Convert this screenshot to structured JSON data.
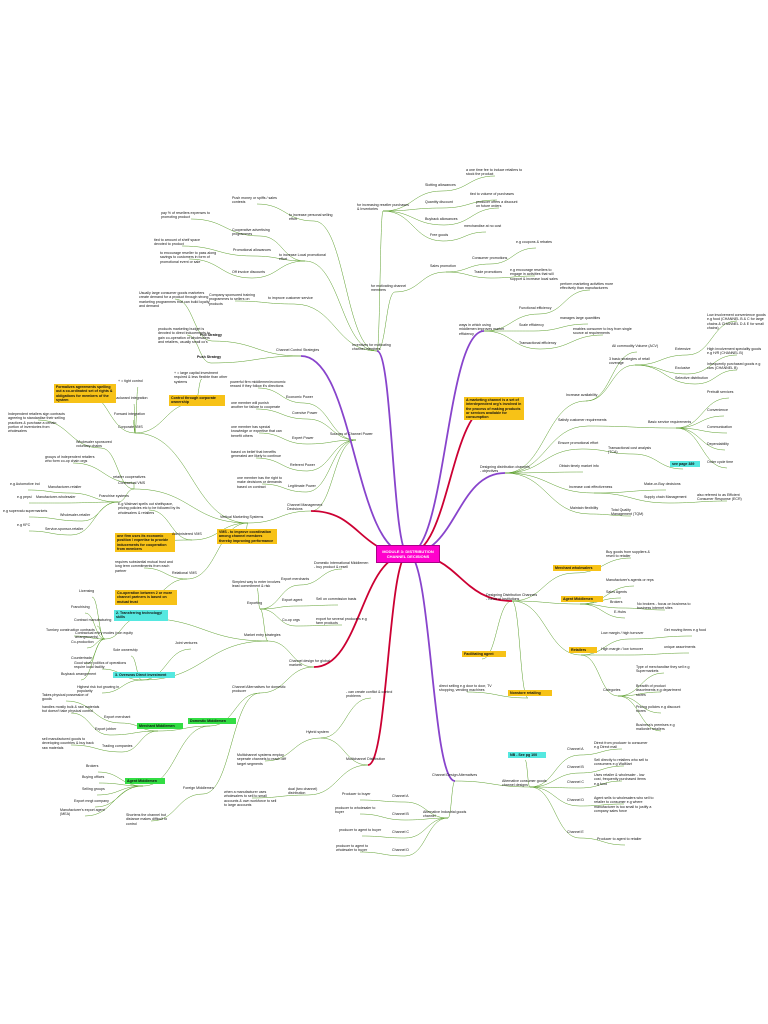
{
  "center": {
    "label": "MODULE 3: DISTRIBUTION CHANNEL DECISIONS"
  },
  "nodes": [
    {
      "id": "bc1",
      "text": "a one time fee to induce retailers to stock the product"
    },
    {
      "id": "bc2",
      "text": "tied to volume of purchases"
    },
    {
      "id": "bc3",
      "text": "producer offers a discount on future orders"
    },
    {
      "id": "bc4",
      "text": "merchandise at no cost"
    },
    {
      "id": "sa",
      "text": "Slotting allowances"
    },
    {
      "id": "qd",
      "text": "Quantity discount"
    },
    {
      "id": "bba",
      "text": "Buyback allowances"
    },
    {
      "id": "fg",
      "text": "Free goods"
    },
    {
      "id": "inc1",
      "text": "for increasing reseller purchases & Inventories"
    },
    {
      "id": "cpro",
      "text": "Consumer promotions"
    },
    {
      "id": "cpro1",
      "text": "e.g coupons & rebates"
    },
    {
      "id": "tpro",
      "text": "Trade promotions"
    },
    {
      "id": "tpro1",
      "text": "e.g encourage resellers to engage in activities that will support & increase local sales"
    },
    {
      "id": "spro",
      "text": "Sales promotion"
    },
    {
      "id": "inc2",
      "text": "for motivating channel members"
    },
    {
      "id": "ince",
      "text": "Incentives for motivating channel members"
    },
    {
      "id": "fe1",
      "text": "perform marketing activities more effectively than manufacturers"
    },
    {
      "id": "fe",
      "text": "Functional efficiency"
    },
    {
      "id": "se1",
      "text": "manages large quantities"
    },
    {
      "id": "se",
      "text": "Scale efficiency"
    },
    {
      "id": "te1",
      "text": "enables consumer to buy from single source at requirements"
    },
    {
      "id": "te",
      "text": "Transactional efficiency"
    },
    {
      "id": "wim",
      "text": "ways in which using middlemen improves market efficiency"
    },
    {
      "id": "pm",
      "text": "Push money or spiffs / sales contests"
    },
    {
      "id": "ipso",
      "text": "to increase personal selling effort"
    },
    {
      "id": "coop1",
      "text": "pay % of resellers expenses to promoting product"
    },
    {
      "id": "coop",
      "text": "Cooperative advertising programmes"
    },
    {
      "id": "pa1",
      "text": "tied to amount of shelf space devoted to product"
    },
    {
      "id": "pa",
      "text": "Promotional allowances"
    },
    {
      "id": "pa2",
      "text": "to encourage reseller to pass along savings to customers in form of promotional event or sale"
    },
    {
      "id": "off",
      "text": "Off invoice discounts"
    },
    {
      "id": "ilp",
      "text": "to increase Local promotional effort"
    },
    {
      "id": "cst",
      "text": "Company sponsored training programmes to sellers on products"
    },
    {
      "id": "ics",
      "text": "to improve customer service"
    },
    {
      "id": "push1",
      "text": "Usually large consumer goods marketers create demand for a product through strong marketing programmes that can build loyalty and demand"
    },
    {
      "id": "pulls",
      "text": "Pull Strategy"
    },
    {
      "id": "push2",
      "text": "products marketing budget is devoted to direct inducements to gain co-operation of wholesalers and retailers, usually small co's"
    },
    {
      "id": "pushs",
      "text": "Push Strategy"
    },
    {
      "id": "ccs",
      "text": "Channel Control Strategies"
    },
    {
      "id": "chd",
      "text": "A marketing channel is a set of interdependent org's involved in the process of making products or services available for consumption"
    },
    {
      "id": "acv",
      "text": "All commodity Volume (ACV)"
    },
    {
      "id": "ext",
      "text": "Extensive"
    },
    {
      "id": "ext1",
      "text": "Low involvement convenience goods e.g food (CHANNEL B & C for large chains & CHANNEL D & E for small chains)"
    },
    {
      "id": "exc",
      "text": "Exclusive"
    },
    {
      "id": "exc1",
      "text": "High involvement speciality goods e.g H/R (CHANNEL B)"
    },
    {
      "id": "sel",
      "text": "Selective distribution"
    },
    {
      "id": "sel1",
      "text": "Infrequently purchased goods e.g cars (CHANNEL B)"
    },
    {
      "id": "cov",
      "text": "3 basic strategies of retail coverage"
    },
    {
      "id": "icov",
      "text": "Increase availability"
    },
    {
      "id": "ps",
      "text": "Prebuilt services"
    },
    {
      "id": "conv",
      "text": "Convenience"
    },
    {
      "id": "comm",
      "text": "Communication"
    },
    {
      "id": "dep",
      "text": "Dependability"
    },
    {
      "id": "oct",
      "text": "Order cycle time"
    },
    {
      "id": "sreq",
      "text": "Basic service requirements"
    },
    {
      "id": "scr",
      "text": "Satisfy customer requirements"
    },
    {
      "id": "tca",
      "text": "Transactional cost analysis (TCA)"
    },
    {
      "id": "epe",
      "text": "Ensure promotional effort"
    },
    {
      "id": "p389",
      "text": "see page 389"
    },
    {
      "id": "otm",
      "text": "Obtain timely market info"
    },
    {
      "id": "mbd",
      "text": "Make-or-Buy decisions"
    },
    {
      "id": "scm",
      "text": "Supply chain Management"
    },
    {
      "id": "scm1",
      "text": "also referred to as Efficient Consumer Response (ECR)"
    },
    {
      "id": "tqm",
      "text": "Total Quality Management (TQM)"
    },
    {
      "id": "ice",
      "text": "Increase cost effectiveness"
    },
    {
      "id": "mf",
      "text": "Maintain flexibility"
    },
    {
      "id": "dco",
      "text": "Designing distribution channels - objectives"
    },
    {
      "id": "crm1",
      "text": "+ = tight control"
    },
    {
      "id": "bi",
      "text": "Backward integration"
    },
    {
      "id": "fi",
      "text": "Forward integration"
    },
    {
      "id": "cvms1",
      "text": "Formalizes agreements spelling out a co-ordinated set of rights & obligations for members of the system"
    },
    {
      "id": "cvms",
      "text": "Corporate VMS"
    },
    {
      "id": "lci",
      "text": "+ = large capital investment required & less flexible than other systems"
    },
    {
      "id": "ctrl",
      "text": "Control through corporate ownership"
    },
    {
      "id": "ep",
      "text": "Economic Power"
    },
    {
      "id": "ep1",
      "text": "powerful firm middlemen/economic reward if they follow it's directions"
    },
    {
      "id": "cp",
      "text": "Coercive Power"
    },
    {
      "id": "cp1",
      "text": "one member will punish another for failure to cooperate"
    },
    {
      "id": "xp",
      "text": "Expert Power"
    },
    {
      "id": "xp1",
      "text": "one member has special knowledge or expertise that can benefit others"
    },
    {
      "id": "rp",
      "text": "Referent Power"
    },
    {
      "id": "rp1",
      "text": "based on belief that benefits generated are likely to continue"
    },
    {
      "id": "lp",
      "text": "Legitimate Power"
    },
    {
      "id": "lp1",
      "text": "one member has the right to make decisions or demands based on contract"
    },
    {
      "id": "socp",
      "text": "Sources of Channel Power"
    },
    {
      "id": "ird",
      "text": "Independent retailers sign contracts agreeing to standardise their selling practices & purchase a certain portion of inventories from wholesalers"
    },
    {
      "id": "wsvc",
      "text": "Wholesaler sponsored voluntary chains"
    },
    {
      "id": "goi",
      "text": "groups of independent retailers who form co-op chain orgs"
    },
    {
      "id": "rco",
      "text": "retailer cooperatives"
    },
    {
      "id": "cvms2",
      "text": "Contractual VMS"
    },
    {
      "id": "egai",
      "text": "e.g Automotive ind"
    },
    {
      "id": "mr",
      "text": "Manufacturer-retailer"
    },
    {
      "id": "egp",
      "text": "e.g pepsi"
    },
    {
      "id": "mw",
      "text": "Manufacturer-wholesaler"
    },
    {
      "id": "egs",
      "text": "e.g supervalu supermarkets"
    },
    {
      "id": "wr",
      "text": "Wholesaler-retailer"
    },
    {
      "id": "egk",
      "text": "e.g KFC"
    },
    {
      "id": "ssr",
      "text": "Service-sponsor-retailer"
    },
    {
      "id": "fs",
      "text": "Franchise systems"
    },
    {
      "id": "egw",
      "text": "E.g Walmart spells out shelfspace, pricing policies etc to be followed by its wholesalers & retailers"
    },
    {
      "id": "avms1",
      "text": "one firm uses its economic position / expertise to provide inducements for cooperation from members"
    },
    {
      "id": "avms",
      "text": "Administered VMS"
    },
    {
      "id": "vms",
      "text": "Vertical Marketing Systems"
    },
    {
      "id": "vms1",
      "text": "VMS - to improve coordination among channel members thereby improving performance"
    },
    {
      "id": "cms",
      "text": "Channel Management Decisions"
    },
    {
      "id": "rvms1",
      "text": "requires substantial mutual trust and long term commitments from each partner"
    },
    {
      "id": "rvms2",
      "text": "Co-operation between 2 or more channel partners is based on mutual trust"
    },
    {
      "id": "rvms",
      "text": "Relational VMS"
    },
    {
      "id": "dim",
      "text": "Domestic International Middlemen - buy product & resell"
    },
    {
      "id": "em",
      "text": "Export merchants"
    },
    {
      "id": "ea",
      "text": "Export agent"
    },
    {
      "id": "ea1",
      "text": "Sell on commission basis"
    },
    {
      "id": "coop2",
      "text": "Co-op orgs"
    },
    {
      "id": "coop21",
      "text": "export for several producers e.g farm products"
    },
    {
      "id": "exp1",
      "text": "Simplest way to enter involves least commitment & risk"
    },
    {
      "id": "exp",
      "text": "Exporting"
    },
    {
      "id": "lic",
      "text": "Licensing"
    },
    {
      "id": "fra",
      "text": "Franchising"
    },
    {
      "id": "cm",
      "text": "Contract manufacturing"
    },
    {
      "id": "tkc",
      "text": "Turnkey construction contracts"
    },
    {
      "id": "cp2",
      "text": "Co-production"
    },
    {
      "id": "ct",
      "text": "Countertrade"
    },
    {
      "id": "ba",
      "text": "Buyback arrangement"
    },
    {
      "id": "cem",
      "text": "Contractual entry modes (non equity arrangements)"
    },
    {
      "id": "ttts",
      "text": "2. Transferring technology/ skills"
    },
    {
      "id": "jv",
      "text": "Joint ventures"
    },
    {
      "id": "so",
      "text": "Sole ownership"
    },
    {
      "id": "gawp",
      "text": "Good when politics of operations require local facility"
    },
    {
      "id": "odi",
      "text": "3. Overseas Direct investment"
    },
    {
      "id": "hrg",
      "text": "Highest risk but growing in popularity"
    },
    {
      "id": "mes",
      "text": "Market entry strategies"
    },
    {
      "id": "cdgm",
      "text": "Channel design for global markets"
    },
    {
      "id": "cadp",
      "text": "Channel Alternatives for domestic producer"
    },
    {
      "id": "tps",
      "text": "Takes physical possession of goods"
    },
    {
      "id": "emr",
      "text": "Export merchant"
    },
    {
      "id": "hrb",
      "text": "handles mostly bulk & raw materials but doesn't take physical control"
    },
    {
      "id": "ej",
      "text": "Export jobber"
    },
    {
      "id": "sma",
      "text": "sell manufactured goods to developing countries & buy back raw materials"
    },
    {
      "id": "tc",
      "text": "Trading companies"
    },
    {
      "id": "mmm",
      "text": "Merchant Middlemen"
    },
    {
      "id": "dmm",
      "text": "Domestic Middlemen"
    },
    {
      "id": "bro",
      "text": "Brokers"
    },
    {
      "id": "bo",
      "text": "Buying offices"
    },
    {
      "id": "sg",
      "text": "Selling groups"
    },
    {
      "id": "emg",
      "text": "Export mngt company"
    },
    {
      "id": "mea",
      "text": "Manufacturer's export agent (MEA)"
    },
    {
      "id": "am",
      "text": "Agent Middlemen"
    },
    {
      "id": "fm",
      "text": "Foreign Middlemen"
    },
    {
      "id": "stc",
      "text": "Shortens the channel but distance makes difficult to control"
    },
    {
      "id": "wmu",
      "text": "when a manufacturer uses wholesalers to sell to small accounts & own workforce to sell to large accounts"
    },
    {
      "id": "dual",
      "text": "dual (two channel) distribution"
    },
    {
      "id": "mcs",
      "text": "Multichannel systems employ seperate channels to reach diff target segments"
    },
    {
      "id": "hs",
      "text": "Hybrid system"
    },
    {
      "id": "cccp",
      "text": "- can create conflict & control problems"
    },
    {
      "id": "mcd",
      "text": "Multichannel Distribution"
    },
    {
      "id": "ptb",
      "text": "Producer to buyer"
    },
    {
      "id": "cha",
      "text": "Channel A"
    },
    {
      "id": "pwb",
      "text": "producer to wholesaler to buyer"
    },
    {
      "id": "chb",
      "text": "Channel B"
    },
    {
      "id": "pab",
      "text": "producer to agent to buyer"
    },
    {
      "id": "chc",
      "text": "Channel C"
    },
    {
      "id": "pawb",
      "text": "producer to agent to wholesaler to buyer"
    },
    {
      "id": "chd2",
      "text": "Channel D"
    },
    {
      "id": "aigc",
      "text": "Alternative Industrial goods channel"
    },
    {
      "id": "cda",
      "text": "Channel Design Alternatives"
    },
    {
      "id": "bgs",
      "text": "Buy goods from suppliers & resell to retailer"
    },
    {
      "id": "mw2",
      "text": "Merchant wholesalers"
    },
    {
      "id": "mao",
      "text": "Manufacturer's agents or reps"
    },
    {
      "id": "sag",
      "text": "Sales Agents"
    },
    {
      "id": "brk",
      "text": "Brokers"
    },
    {
      "id": "ehubs",
      "text": "E-Hubs"
    },
    {
      "id": "nob",
      "text": "No brokers - focus on business to business internet sites"
    },
    {
      "id": "amid",
      "text": "Agent Middlemen"
    },
    {
      "id": "lmht",
      "text": "Low margin / high turnover"
    },
    {
      "id": "gmf",
      "text": "Get moving items e.g food"
    },
    {
      "id": "hmlt",
      "text": "High margin / low turnover"
    },
    {
      "id": "ua",
      "text": "unique assortments"
    },
    {
      "id": "tom",
      "text": "Type of merchandise they sell e.g Supermarkets"
    },
    {
      "id": "bom",
      "text": "Breadth of product assortments e.g department stores"
    },
    {
      "id": "ppd",
      "text": "Pricing policies e.g discount stores"
    },
    {
      "id": "bpm",
      "text": "Business's premises e.g mailorder retailers"
    },
    {
      "id": "cat",
      "text": "Categories"
    },
    {
      "id": "ret",
      "text": "Retailers"
    },
    {
      "id": "ddk",
      "text": "Designing Distribution Channels - Kinds of Institutions"
    },
    {
      "id": "fagt",
      "text": "Facilitating agent"
    },
    {
      "id": "dsd",
      "text": "direct selling e.g door to door, TV shopping, vending machines"
    },
    {
      "id": "nsr",
      "text": "Nonstore retailing"
    },
    {
      "id": "ntga",
      "text": "NB - See pg 100"
    },
    {
      "id": "ch_a",
      "text": "Channel A"
    },
    {
      "id": "ch_a1",
      "text": "Direct from producer to consumer e.g Direct mail"
    },
    {
      "id": "ch_b",
      "text": "Channel B"
    },
    {
      "id": "ch_b1",
      "text": "Sell directly to retailers who sell to consumers e.g WalMart"
    },
    {
      "id": "ch_c",
      "text": "Channel C"
    },
    {
      "id": "ch_c1",
      "text": "Uses retailer & wholesaler - low cost, frequently purchased items e.g food"
    },
    {
      "id": "ch_d",
      "text": "Channel D"
    },
    {
      "id": "ch_d1",
      "text": "Agent sells to wholesalers who sell to retailer to consumer e.g where manufacturer is too small to justify a company sales force"
    },
    {
      "id": "ch_e",
      "text": "Channel E"
    },
    {
      "id": "ch_e1",
      "text": "Producer to agent to retailer"
    },
    {
      "id": "acgc",
      "text": "Alternative consumer goods channel designs"
    }
  ],
  "colors": {
    "branch": "#5a9e2a",
    "hub": "#ff00cc",
    "highlight": "#f7c217",
    "green": "#33dd44",
    "cyan": "#55e8e0",
    "spoke_r": "#cc0033",
    "spoke_p": "#8844cc"
  }
}
